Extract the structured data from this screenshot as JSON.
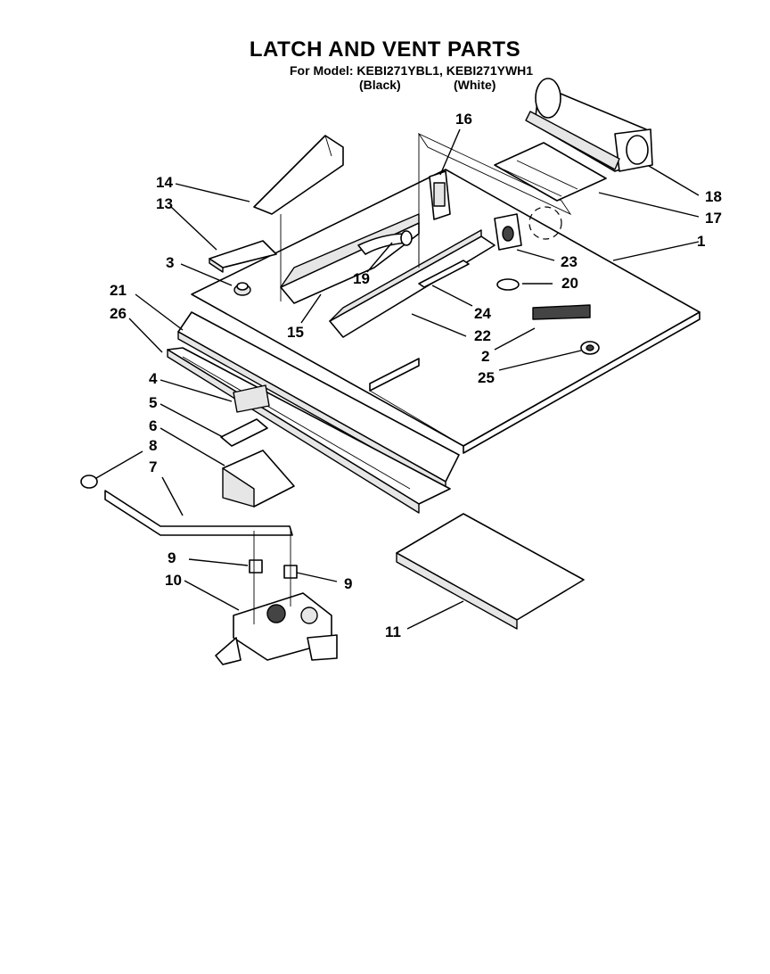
{
  "header": {
    "title": "LATCH AND VENT PARTS",
    "subtitle": "For Model: KEBI271YBL1, KEBI271YWH1",
    "variant_black": "(Black)",
    "variant_white": "(White)"
  },
  "callouts": [
    {
      "id": "c1",
      "label": "1"
    },
    {
      "id": "c2",
      "label": "2"
    },
    {
      "id": "c3",
      "label": "3"
    },
    {
      "id": "c4",
      "label": "4"
    },
    {
      "id": "c5",
      "label": "5"
    },
    {
      "id": "c6",
      "label": "6"
    },
    {
      "id": "c7",
      "label": "7"
    },
    {
      "id": "c8",
      "label": "8"
    },
    {
      "id": "c9a",
      "label": "9"
    },
    {
      "id": "c9b",
      "label": "9"
    },
    {
      "id": "c10",
      "label": "10"
    },
    {
      "id": "c11",
      "label": "11"
    },
    {
      "id": "c13",
      "label": "13"
    },
    {
      "id": "c14",
      "label": "14"
    },
    {
      "id": "c15",
      "label": "15"
    },
    {
      "id": "c16",
      "label": "16"
    },
    {
      "id": "c17",
      "label": "17"
    },
    {
      "id": "c18",
      "label": "18"
    },
    {
      "id": "c19",
      "label": "19"
    },
    {
      "id": "c20",
      "label": "20"
    },
    {
      "id": "c21",
      "label": "21"
    },
    {
      "id": "c22",
      "label": "22"
    },
    {
      "id": "c23",
      "label": "23"
    },
    {
      "id": "c24",
      "label": "24"
    },
    {
      "id": "c25",
      "label": "25"
    },
    {
      "id": "c26",
      "label": "26"
    }
  ]
}
